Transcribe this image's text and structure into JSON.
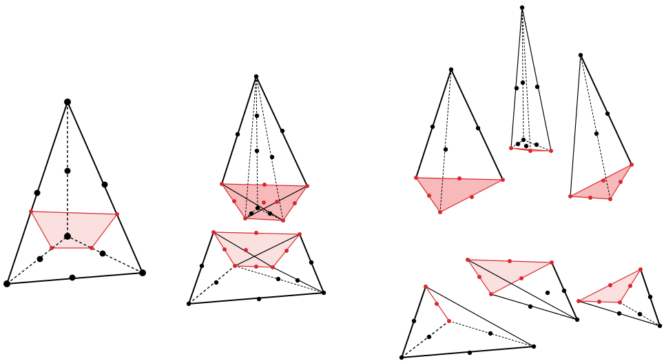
{
  "figure": {
    "colors": {
      "edge": "#000000",
      "section_fill_light": "#fbe0e0",
      "section_fill_strong": "#f7b9b9",
      "section_stroke": "#d9272e",
      "node_black": "#000000",
      "node_red": "#d9272e"
    },
    "panels": [
      {
        "id": "tetrahedron-with-section"
      },
      {
        "id": "split-tetrahedron-pieces"
      },
      {
        "id": "refined-subelements"
      }
    ]
  }
}
